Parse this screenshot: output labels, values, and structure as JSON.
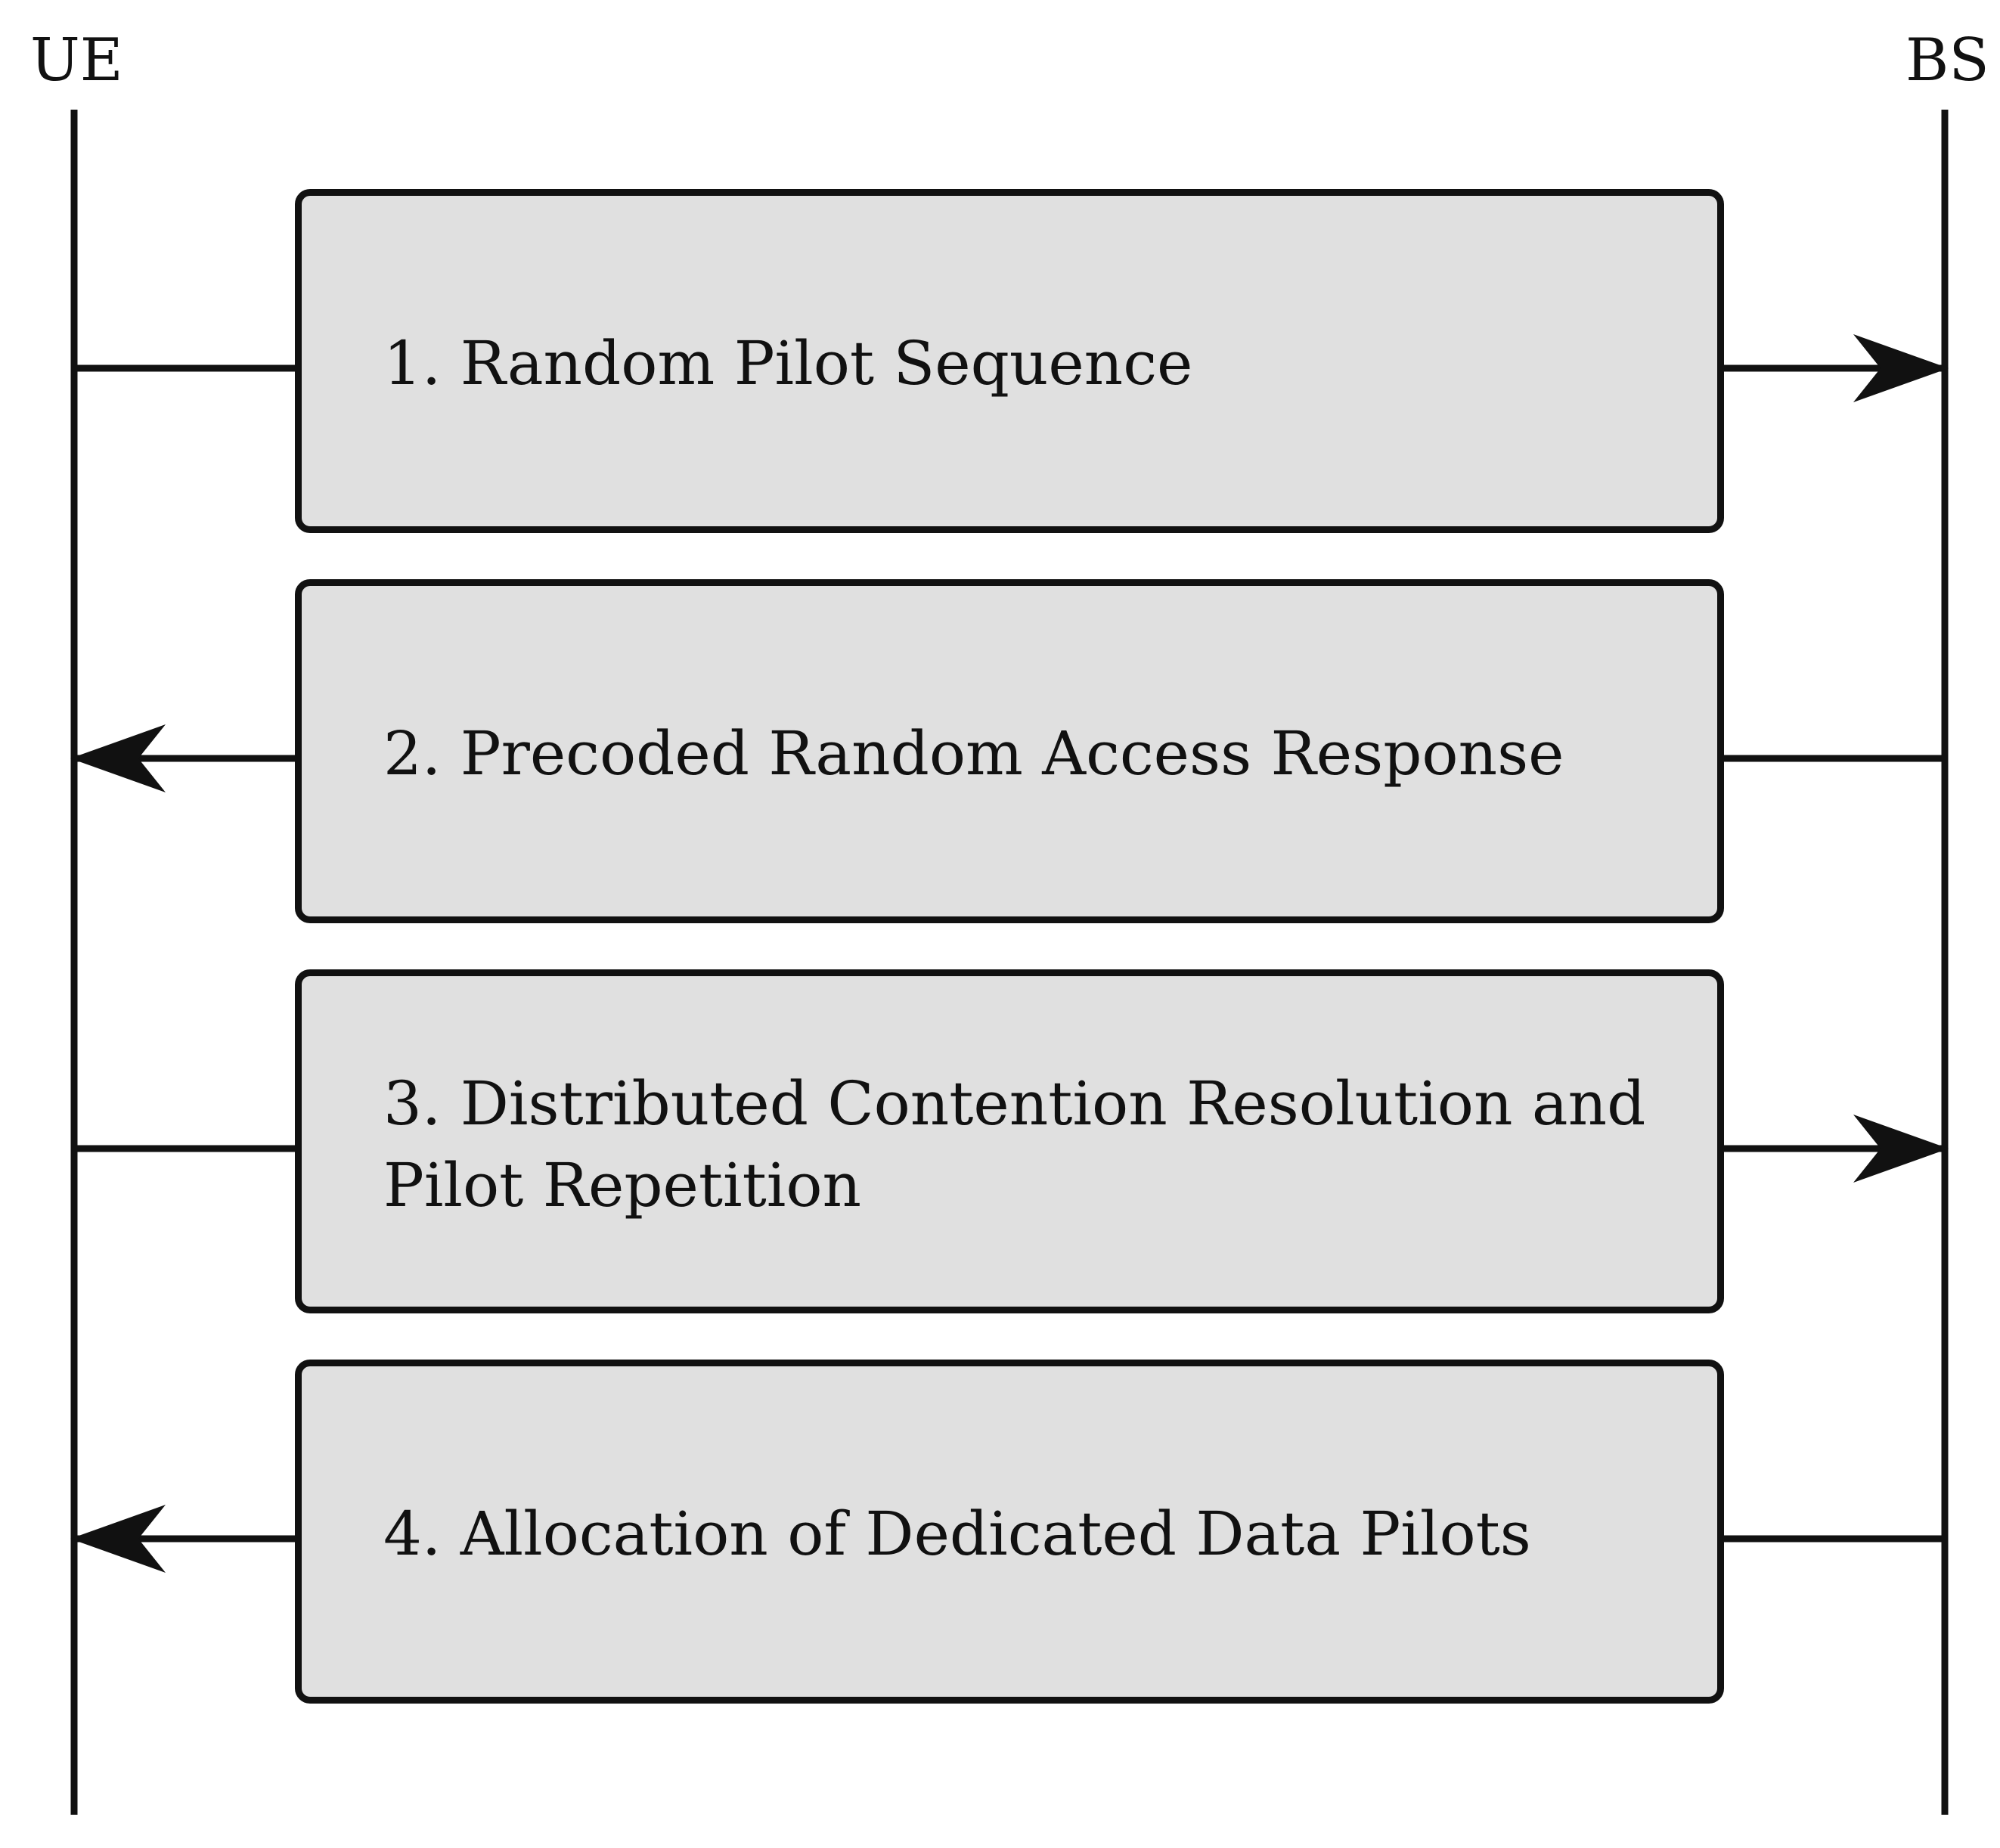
{
  "diagram": {
    "entities": {
      "left": "UE",
      "right": "BS"
    },
    "messages": [
      {
        "text": "1. Random Pilot Sequence",
        "direction": "UE-to-BS"
      },
      {
        "text": "2. Precoded Random Access Response",
        "direction": "BS-to-UE"
      },
      {
        "text": "3. Distributed Contention Resolution and\nPilot Repetition",
        "direction": "UE-to-BS"
      },
      {
        "text": "4. Allocation of Dedicated Data Pilots",
        "direction": "BS-to-UE"
      }
    ],
    "colors": {
      "box_fill": "#e0e0e0",
      "line": "#111111",
      "background": "#ffffff"
    }
  }
}
